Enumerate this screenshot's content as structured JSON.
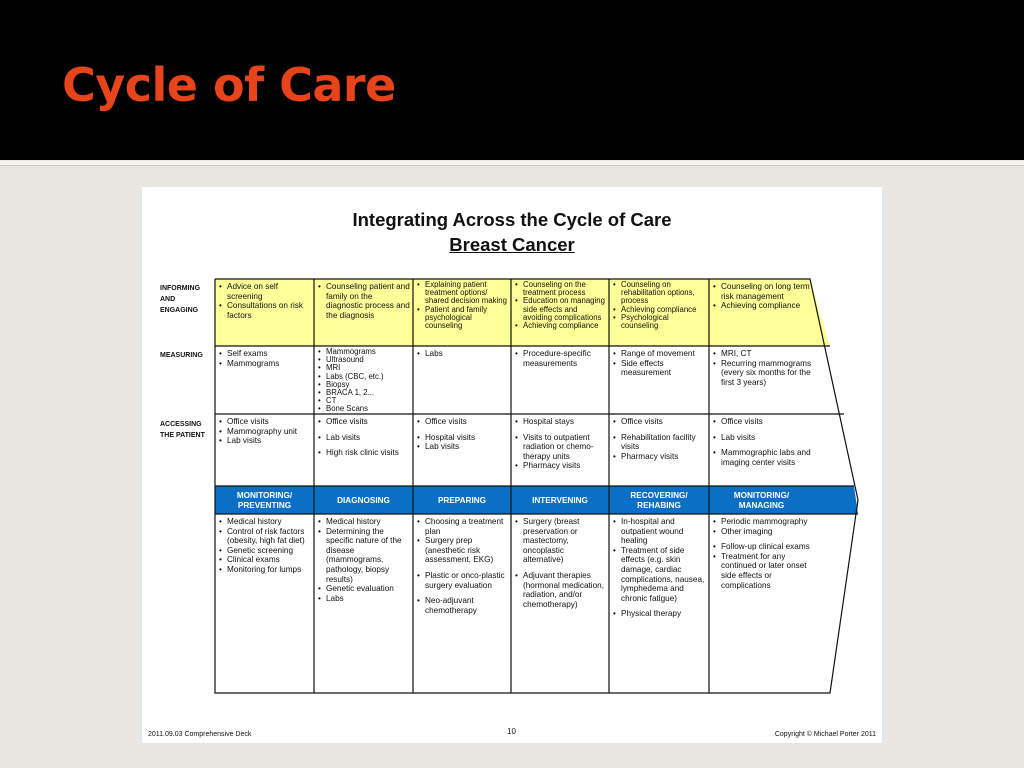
{
  "slide": {
    "title": "Cycle of Care"
  },
  "document": {
    "title": "Integrating Across the Cycle of Care",
    "subtitle": "Breast Cancer",
    "row_labels": {
      "informing": [
        "INFORMING",
        "AND",
        "ENGAGING"
      ],
      "measuring": [
        "MEASURING"
      ],
      "accessing": [
        "ACCESSING",
        "THE PATIENT"
      ]
    },
    "phases": [
      [
        "MONITORING/",
        "PREVENTING"
      ],
      [
        "DIAGNOSING"
      ],
      [
        "PREPARING"
      ],
      [
        "INTERVENING"
      ],
      [
        "RECOVERING/",
        "REHABING"
      ],
      [
        "MONITORING/",
        "MANAGING"
      ]
    ],
    "informing": [
      [
        "Advice on self screening",
        "Consultations on risk factors"
      ],
      [
        "Counseling patient and family on the diagnostic process and the diagnosis"
      ],
      [
        "Explaining patient treatment options/ shared decision making",
        "Patient and family psychological counseling"
      ],
      [
        "Counseling on the treatment process",
        "Education on managing side effects and avoiding complications",
        "Achieving compliance"
      ],
      [
        "Counseling on rehabilitation options, process",
        "Achieving compliance",
        "Psychological counseling"
      ],
      [
        "Counseling on long term risk management",
        "Achieving compliance"
      ]
    ],
    "measuring": [
      [
        "Self exams",
        "Mammograms"
      ],
      [
        "Mammograms",
        "Ultrasound",
        "MRI",
        "Labs (CBC, etc.)",
        "Biopsy",
        "BRACA 1, 2...",
        "CT",
        "Bone Scans"
      ],
      [
        "Labs"
      ],
      [
        "Procedure-specific measurements"
      ],
      [
        "Range of movement",
        "Side effects measurement"
      ],
      [
        "MRI, CT",
        "Recurring mammograms (every six months for the first 3 years)"
      ]
    ],
    "accessing": [
      [
        "Office visits",
        "Mammography unit",
        "Lab visits"
      ],
      [
        "Office visits",
        "Lab visits",
        "High risk clinic visits"
      ],
      [
        "Office visits",
        "Hospital visits",
        "Lab visits"
      ],
      [
        "Hospital stays",
        "Visits to outpatient radiation or chemo-therapy units",
        "Pharmacy visits"
      ],
      [
        "Office visits",
        "Rehabilitation facility visits",
        "Pharmacy visits"
      ],
      [
        "Office visits",
        "Lab visits",
        "Mammographic labs and imaging center visits"
      ]
    ],
    "delivering": [
      [
        "Medical history",
        "Control of risk factors (obesity, high fat diet)",
        "Genetic screening",
        "Clinical exams",
        "Monitoring for lumps"
      ],
      [
        "Medical history",
        "Determining the specific nature of the disease (mammograms, pathology, biopsy results)",
        "Genetic evaluation",
        "Labs"
      ],
      [
        "Choosing a treatment plan",
        "Surgery prep (anesthetic risk assessment, EKG)",
        "Plastic or onco-plastic surgery evaluation",
        "Neo-adjuvant chemotherapy"
      ],
      [
        "Surgery (breast preservation or mastectomy, oncoplastic alternative)",
        "Adjuvant therapies (hormonal medication, radiation, and/or chemotherapy)"
      ],
      [
        "In-hospital and outpatient wound healing",
        "Treatment of side effects (e.g. skin damage, cardiac complications, nausea, lymphedema and chronic fatigue)",
        "Physical therapy"
      ],
      [
        "Periodic mammography",
        "Other imaging",
        "Follow-up clinical exams",
        "Treatment for any continued or later onset side effects or complications"
      ]
    ],
    "footer": {
      "left": "2011.09.03 Comprehensive Deck",
      "page": "10",
      "right": "Copyright © Michael Porter 2011"
    },
    "colors": {
      "informing_fill": "#ffff99",
      "phase_fill": "#0c6fc6",
      "title": "#e8441c"
    }
  }
}
